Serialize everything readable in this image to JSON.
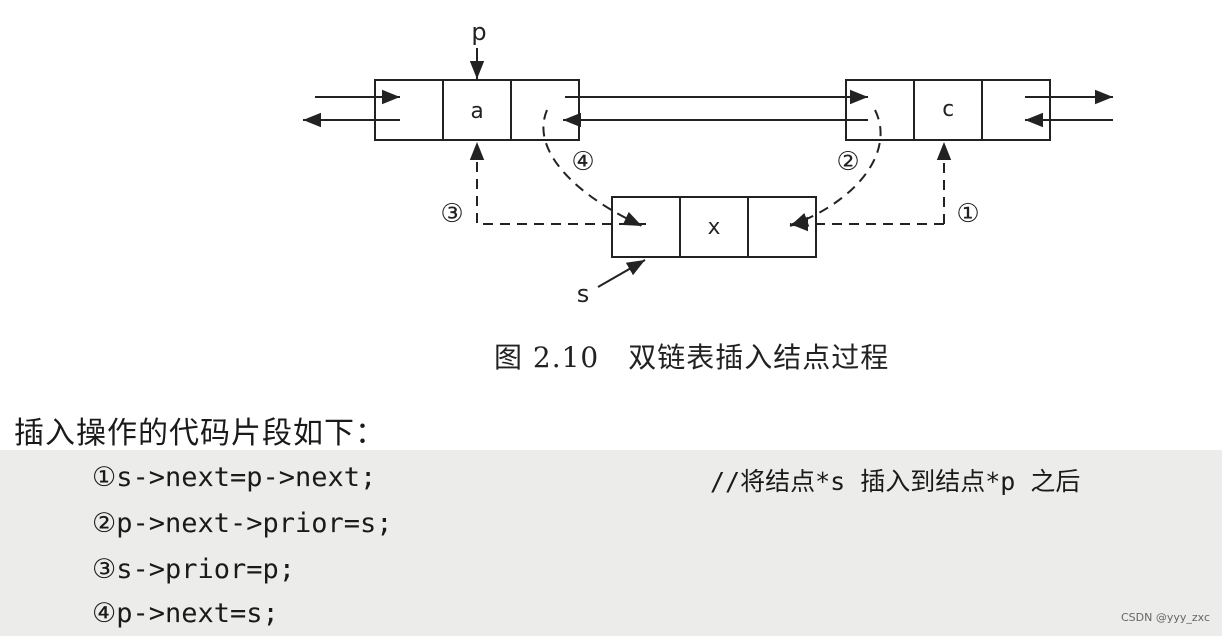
{
  "diagram": {
    "pointer_p": "p",
    "pointer_s": "s",
    "node_a_value": "a",
    "node_c_value": "c",
    "node_x_value": "x",
    "step1": "①",
    "step2": "②",
    "step3": "③",
    "step4": "④"
  },
  "caption": "图 2.10　双链表插入结点过程",
  "intro": "插入操作的代码片段如下：",
  "code": {
    "lines": [
      {
        "num": "①",
        "text": "s->next=p->next;"
      },
      {
        "num": "②",
        "text": "p->next->prior=s;"
      },
      {
        "num": "③",
        "text": "s->prior=p;"
      },
      {
        "num": "④",
        "text": "p->next=s;"
      }
    ],
    "comment": "//将结点*s 插入到结点*p 之后"
  },
  "watermark": "CSDN @yyy_zxc"
}
